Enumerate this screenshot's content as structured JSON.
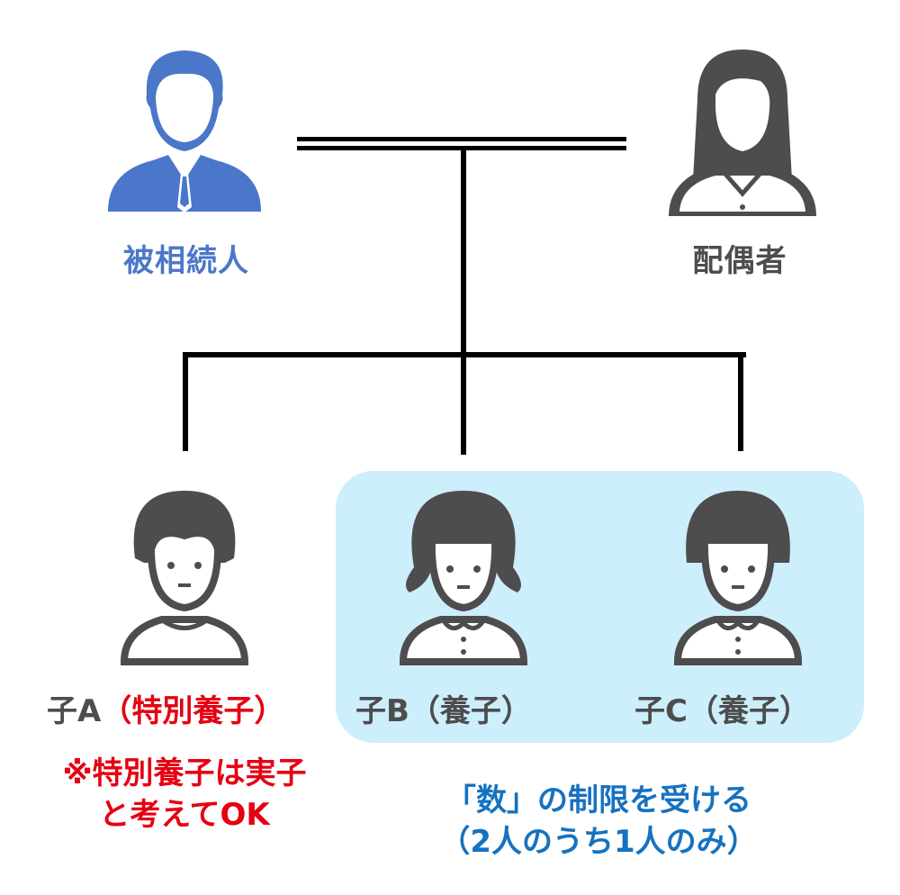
{
  "colors": {
    "decedent": "#4a77c9",
    "gray": "#4d4d4d",
    "red": "#e60012",
    "blue_text": "#1672c0",
    "highlight_box": "#cdeefb"
  },
  "parents": {
    "decedent": {
      "label": "被相続人",
      "icon": "man-in-suit-icon"
    },
    "spouse": {
      "label": "配偶者",
      "icon": "woman-icon"
    }
  },
  "children": [
    {
      "name": "子A",
      "note": "（特別養子）",
      "icon": "boy-icon"
    },
    {
      "name": "子B",
      "note": "（養子）",
      "icon": "girl-icon"
    },
    {
      "name": "子C",
      "note": "（養子）",
      "icon": "girl-bob-icon"
    }
  ],
  "special_note": {
    "line1": "※特別養子は実子",
    "line2": "と考えてOK"
  },
  "limit_note": {
    "line1": "「数」の制限を受ける",
    "line2": "（2人のうち1人のみ）"
  }
}
